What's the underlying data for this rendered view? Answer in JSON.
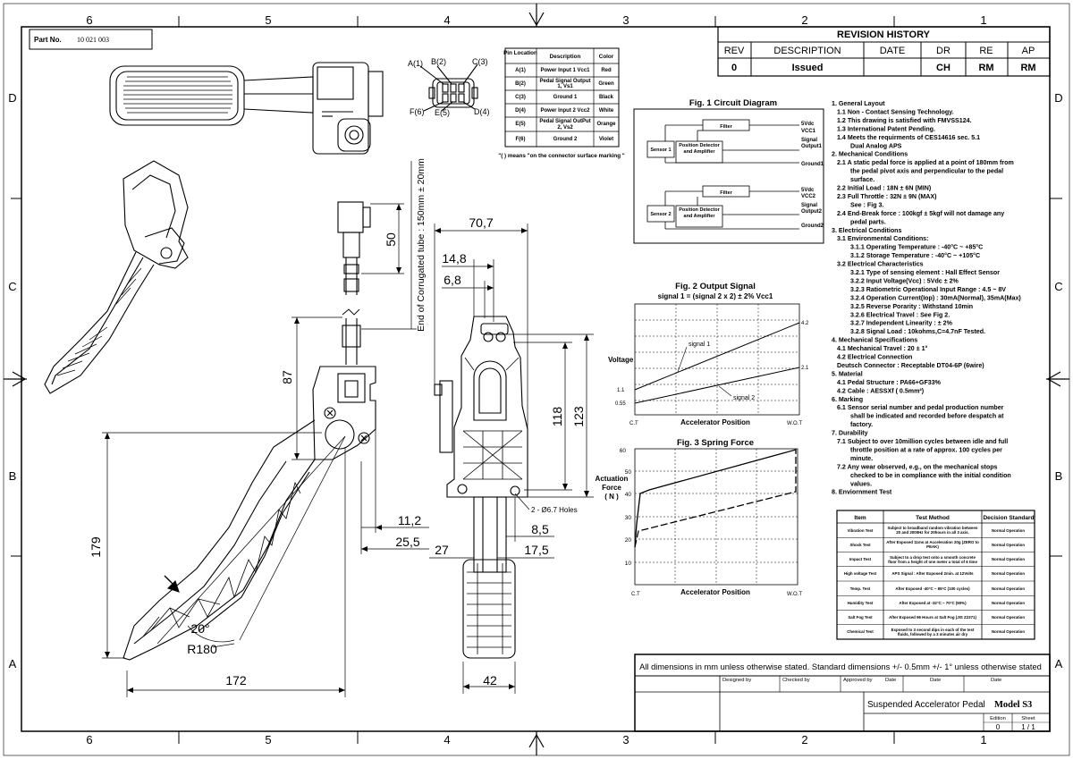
{
  "zones": {
    "columns": [
      "6",
      "5",
      "4",
      "3",
      "2",
      "1"
    ],
    "rows": [
      "D",
      "C",
      "B",
      "A"
    ]
  },
  "part": {
    "label": "Part No.",
    "number": "10 021 003"
  },
  "revision": {
    "title": "REVISION HISTORY",
    "headers": [
      "REV",
      "DESCRIPTION",
      "DATE",
      "DR",
      "RE",
      "AP"
    ],
    "row": [
      "0",
      "Issued",
      "",
      "CH",
      "RM",
      "RM"
    ]
  },
  "pins": {
    "headers": [
      "Pin Location",
      "Description",
      "Color"
    ],
    "rows": [
      [
        "A(1)",
        "Power Input 1 Vcc1",
        "Red"
      ],
      [
        "B(2)",
        "Pedal Signal Output 1, Vs1",
        "Green"
      ],
      [
        "C(3)",
        "Ground 1",
        "Black"
      ],
      [
        "D(4)",
        "Power Input 2 Vcc2",
        "White"
      ],
      [
        "E(5)",
        "Pedal Signal OutPut 2, Vs2",
        "Orange"
      ],
      [
        "F(6)",
        "Ground 2",
        "Violet"
      ]
    ],
    "note": "\"( ) means \"on the connector surface marking \"",
    "connector_labels": [
      "A(1)",
      "B(2)",
      "C(3)",
      "F(6)",
      "E(5)",
      "D(4)"
    ]
  },
  "fig1": {
    "title": "Fig. 1 Circuit Diagram",
    "filter": "Filter",
    "sensor1": "Sensor 1",
    "sensor2": "Sensor 2",
    "pda": "Position Detector and Amplifier",
    "out1": [
      "5Vdc",
      "VCC1",
      "Signal",
      "Output1",
      "Ground1"
    ],
    "out2": [
      "5Vdc",
      "VCC2",
      "Signal",
      "Output2",
      "Ground2"
    ]
  },
  "fig2": {
    "title": "Fig. 2 Output Signal",
    "subtitle": "signal 1 = (signal 2 x 2) ± 2% Vcc1",
    "ylabel": "Voltage",
    "xlabel": "Accelerator Position",
    "x_start": "C.T",
    "x_end": "W.O.T",
    "series": [
      "signal 1",
      "signal 2"
    ],
    "y_marks": [
      "4.2",
      "2.1",
      "1.1",
      "0.55"
    ]
  },
  "fig3": {
    "title": "Fig. 3 Spring Force",
    "ylabel": [
      "Actuation",
      "Force",
      "( N )"
    ],
    "xlabel": "Accelerator Position",
    "x_start": "C.T",
    "x_end": "W.O.T",
    "yticks": [
      "60",
      "50",
      "40",
      "30",
      "20",
      "10"
    ]
  },
  "dims": {
    "d70": "70,7",
    "d14": "14,8",
    "d6": "6,8",
    "d50": "50",
    "d87": "87",
    "d118": "118",
    "d123": "123",
    "d11": "11,2",
    "d25": "25,5",
    "d27": "27",
    "d8": "8,5",
    "d17": "17,5",
    "d179": "179",
    "d172": "172",
    "d42": "42",
    "a20": "20°",
    "r180": "R180",
    "holes": "2 - Ø6.7 Holes",
    "tube": "End of Corrugated tube : 150mm ± 20mm"
  },
  "specs": [
    [
      "1. General Layout",
      0
    ],
    [
      "1.1 Non - Contact Sensing Technology.",
      1
    ],
    [
      "1.2 This drawing is satisfied with FMVSS124.",
      1
    ],
    [
      "1.3 International Patent Pending.",
      1
    ],
    [
      "1.4 Meets the requirments of CES14616 sec. 5.1",
      1
    ],
    [
      "Dual Analog APS",
      2
    ],
    [
      "2. Mechanical Conditions",
      0
    ],
    [
      "2.1 A static pedal force is applied at a point of 180mm from",
      1
    ],
    [
      "the pedal pivot axis and perpendicular to the pedal",
      2
    ],
    [
      "surface.",
      2
    ],
    [
      "2.2 Initial Load : 18N ± 6N (MIN)",
      1
    ],
    [
      "2.3 Full Throttle : 32N ± 9N (MAX)",
      1
    ],
    [
      "See : Fig 3.",
      2
    ],
    [
      "2.4 End-Break force : 100kgf ± 5kgf will not damage any",
      1
    ],
    [
      "pedal parts.",
      2
    ],
    [
      "3. Electrical Conditions",
      0
    ],
    [
      "3.1 Environmental Conditions:",
      1
    ],
    [
      "3.1.1 Operating Temperature : -40°C ~ +85°C",
      2
    ],
    [
      "3.1.2 Storage Temperature : -40°C ~ +105°C",
      2
    ],
    [
      "3.2 Electrical Characteristics",
      1
    ],
    [
      "3.2.1 Type of sensing element : Hall Effect Sensor",
      2
    ],
    [
      "3.2.2 Input Voltage(Vcc) : 5Vdc ± 2%",
      2
    ],
    [
      "3.2.3 Ratiometric Operational Input Range : 4.5 ~ 8V",
      2
    ],
    [
      "3.2.4 Operation Current(Iop) : 30mA(Normal), 35mA(Max)",
      2
    ],
    [
      "3.2.5 Reverse Porarity : Withstand 10min",
      2
    ],
    [
      "3.2.6 Electrical Travel : See Fig 2.",
      2
    ],
    [
      "3.2.7 Independent Linearity : ± 2%",
      2
    ],
    [
      "3.2.8 Signal Load : 10kohms,C=4.7nF Tested.",
      2
    ],
    [
      "4. Mechanical Specifications",
      0
    ],
    [
      "4.1 Mechanical Travel : 20 ± 1°",
      1
    ],
    [
      "4.2 Electrical Connection",
      1
    ],
    [
      "Deutsch Connector : Receptable DT04-6P (6wire)",
      1
    ],
    [
      "5. Material",
      0
    ],
    [
      "4.1 Pedal Structure : PA66+GF33%",
      1
    ],
    [
      "4.2 Cable : AESSXf ( 0.5mm²)",
      1
    ],
    [
      "6. Marking",
      0
    ],
    [
      "6.1 Sensor serial number and pedal production number",
      1
    ],
    [
      "shall be indicated and recorded before despatch at",
      2
    ],
    [
      "factory.",
      2
    ],
    [
      "7. Durability",
      0
    ],
    [
      "7.1 Subject to over 10million cycles between idle and full",
      1
    ],
    [
      "throttle position at a rate of approx. 100 cycles per",
      2
    ],
    [
      "minute.",
      2
    ],
    [
      "7.2 Any wear observed, e.g., on the mechanical stops",
      1
    ],
    [
      "checked to be in compliance with the initial condition",
      2
    ],
    [
      "values.",
      2
    ],
    [
      "8. Enviornment Test",
      0
    ]
  ],
  "envtest": {
    "headers": [
      "Item",
      "Test Method",
      "Decision Standard"
    ],
    "rows": [
      [
        "Vibration Test",
        "Subject to broadband random vibration between 20 and 2000Hz for 20hours in all 3 axis.",
        "Normal Operation"
      ],
      [
        "Shock Test",
        "After Exposed 11ms at Acceleration 20g (ZERO to PEAK)",
        "Normal Operation"
      ],
      [
        "Impact Test",
        "Subject to a drop test onto a smooth concrete floor from a height of one meter a total of 6 time",
        "Normal Operation"
      ],
      [
        "High voltage Test",
        "APS Signal : After Exposed 2min. at 12Volts",
        "Normal Operation"
      ],
      [
        "Temp. Test",
        "After Exposed -40°C ~ 85°C (100 cycles)",
        "Normal Operation"
      ],
      [
        "Humidity Test",
        "After Exposed at -32°C ~ 70°C (90%)",
        "Normal Operation"
      ],
      [
        "Salt Fog Test",
        "After Exposed 96 Hours at Salt Fog (JIS Z2371)",
        "Normal Operation"
      ],
      [
        "Chemical Test",
        "Exposed to 3 second dips in each of the test fluids, followed by a 3 minutes air dry",
        "Normal Operation"
      ]
    ]
  },
  "titleblock": {
    "note": "All dimensions in mm unless otherwise stated. Standard dimensions +/- 0.5mm +/- 1° unless otherwise stated",
    "designed": "Designed by",
    "checked": "Checked by",
    "approved": "Approved by",
    "date1": "Date",
    "date2": "Date",
    "date3": "Date",
    "name": "Suspended Accelerator Pedal",
    "model": "Model S3",
    "edition_label": "Edition",
    "edition": "0",
    "sheet_label": "Sheet",
    "sheet": "1 / 1"
  }
}
